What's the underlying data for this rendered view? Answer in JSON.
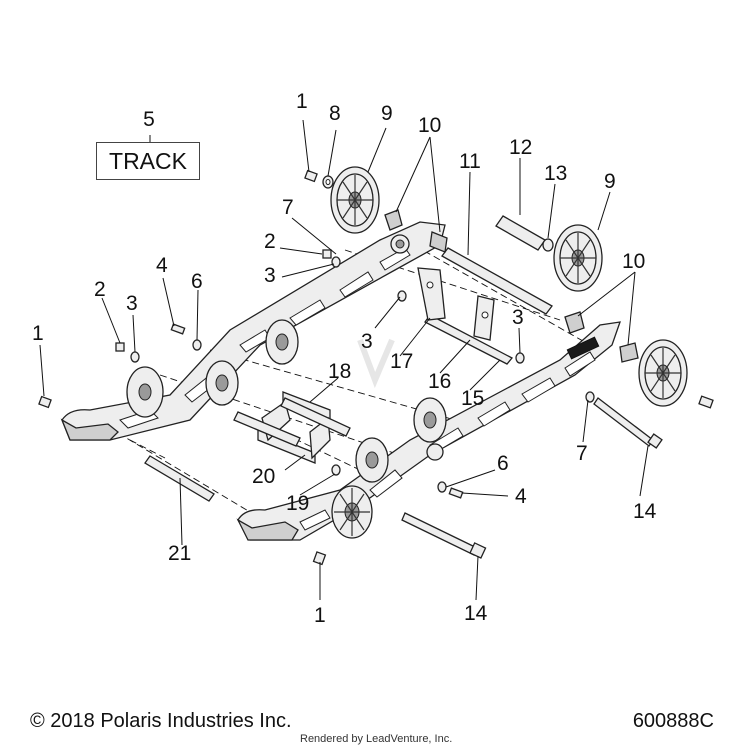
{
  "diagram": {
    "callouts": {
      "c1a": "1",
      "c1b": "1",
      "c1c": "1",
      "c2a": "2",
      "c2b": "2",
      "c3a": "3",
      "c3b": "3",
      "c3c": "3",
      "c3d": "3",
      "c4a": "4",
      "c4b": "4",
      "c5": "5",
      "c6a": "6",
      "c6b": "6",
      "c7a": "7",
      "c7b": "7",
      "c8": "8",
      "c9a": "9",
      "c9b": "9",
      "c10a": "10",
      "c10b": "10",
      "c11": "11",
      "c12": "12",
      "c13": "13",
      "c14a": "14",
      "c14b": "14",
      "c15": "15",
      "c16": "16",
      "c17": "17",
      "c18": "18",
      "c19": "19",
      "c20": "20",
      "c21": "21"
    },
    "track_label": "TRACK"
  },
  "footer": {
    "copyright": "© 2018 Polaris Industries Inc.",
    "diagram_number": "600888C",
    "rendered_by": "Rendered by LeadVenture, Inc."
  }
}
